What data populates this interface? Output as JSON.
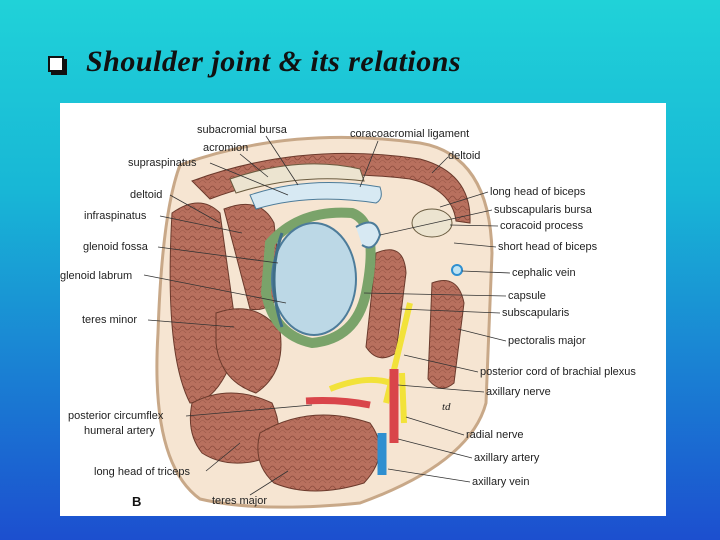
{
  "slide": {
    "title": "Shoulder joint & its relations"
  },
  "figure": {
    "panel_letter": "B",
    "signature": "td",
    "labels": {
      "subacromial_bursa": "subacromial bursa",
      "acromion": "acromion",
      "supraspinatus": "supraspinatus",
      "deltoid_left": "deltoid",
      "infraspinatus": "infraspinatus",
      "glenoid_fossa": "glenoid fossa",
      "glenoid_labrum": "glenoid labrum",
      "teres_minor": "teres minor",
      "posterior_circumflex": "posterior circumflex",
      "humeral_artery": "humeral artery",
      "long_head_triceps": "long head of triceps",
      "teres_major": "teres major",
      "coracoacromial_ligament": "coracoacromial ligament",
      "deltoid_right": "deltoid",
      "long_head_biceps": "long head of biceps",
      "subscapularis_bursa": "subscapularis bursa",
      "coracoid_process": "coracoid process",
      "short_head_biceps": "short head of biceps",
      "cephalic_vein": "cephalic vein",
      "capsule": "capsule",
      "subscapularis": "subscapularis",
      "pectoralis_major": "pectoralis major",
      "posterior_cord": "posterior cord of brachial plexus",
      "axillary_nerve": "axillary nerve",
      "radial_nerve": "radial nerve",
      "axillary_artery": "axillary artery",
      "axillary_vein": "axillary vein"
    },
    "colors": {
      "muscle": "#b8705e",
      "skin": "#f2dcc4",
      "tendon": "#7aa36a",
      "bursa": "#cfe3ef",
      "cartilage": "#a9cde0",
      "bone": "#e9e2cf",
      "nerve": "#f2e23a",
      "artery": "#d9454a",
      "vein": "#2f8fd0"
    }
  }
}
